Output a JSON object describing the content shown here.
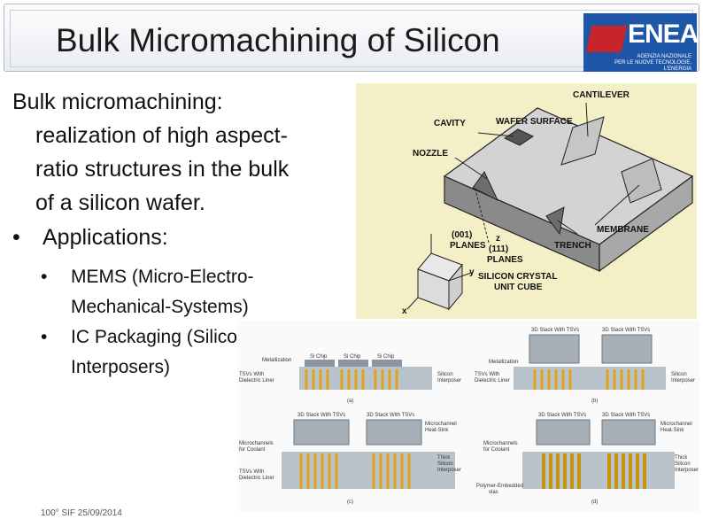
{
  "slide": {
    "title": "Bulk Micromachining of Silicon",
    "logo": {
      "text": "ENEA",
      "subtitle_1": "AGENZIA NAZIONALE",
      "subtitle_2": "PER LE NUOVE TECNOLOGIE, L'ENERGIA",
      "subtitle_3": "E LO SVILUPPO ECONOMICO SOSTENIBILE"
    },
    "lines": {
      "l1": "Bulk micromachining:",
      "l2": "realization of high aspect-",
      "l3": "ratio structures in the bulk",
      "l4": "of a silicon wafer."
    },
    "bullet_symbol": "•",
    "applications_label": "Applications:",
    "sub": {
      "item1_a": "MEMS (Micro-Electro-",
      "item1_b": "Mechanical-Systems)",
      "item2_a": "IC Packaging (Silicon",
      "item2_b": "Interposers)"
    },
    "footer": "100° SIF 25/09/2014"
  },
  "diagram_labels": {
    "cantilever": "CANTILEVER",
    "cavity": "CAVITY",
    "wafer_surface": "WAFER SURFACE",
    "nozzle": "NOZZLE",
    "membrane": "MEMBRANE",
    "plane_001_a": "(001)",
    "plane_001_b": "PLANES",
    "z": "z",
    "plane_111_a": "(111)",
    "plane_111_b": "PLANES",
    "trench": "TRENCH",
    "y": "y",
    "unit_cube_a": "SILICON CRYSTAL",
    "unit_cube_b": "UNIT CUBE",
    "x": "x"
  },
  "package_labels": {
    "a_metallization": "Metallization",
    "a_chip1": "Si Chip",
    "a_chip2": "Si Chip",
    "a_chip3": "Si Chip",
    "a_tsv": "TSVs With",
    "a_tsv2": "Dielectric Liner",
    "a_si": "Silicon",
    "a_si2": "Interposer",
    "a_tag": "(a)",
    "b_stack1": "3D Stack With TSVs",
    "b_stack2": "3D Stack With TSVs",
    "b_metallization": "Metallization",
    "b_tsv": "TSVs With",
    "b_tsv2": "Dielectric Liner",
    "b_si": "Silicon",
    "b_si2": "Interposer",
    "b_tag": "(b)",
    "c_stack1": "3D Stack With TSVs",
    "c_stack2": "3D Stack With TSVs",
    "c_micro": "Microchannels",
    "c_micro2": "for Coolant",
    "c_heat": "Microchannel",
    "c_heat2": "Heat-Sink",
    "c_tsv": "TSVs With",
    "c_tsv2": "Dielectric Liner",
    "c_thick": "Thick",
    "c_thick2": "Silicon",
    "c_thick3": "Interposer",
    "c_tag": "(c)",
    "d_stack1": "3D Stack With TSVs",
    "d_stack2": "3D Stack With TSVs",
    "d_micro": "Microchannels",
    "d_micro2": "for Coolant",
    "d_heat": "Microchannel",
    "d_heat2": "Heat-Sink",
    "d_poly": "Polymer-Embedded",
    "d_poly2": "vias",
    "d_thick": "Thick",
    "d_thick2": "Silicon",
    "d_thick3": "Interposer",
    "d_tag": "(d)"
  }
}
